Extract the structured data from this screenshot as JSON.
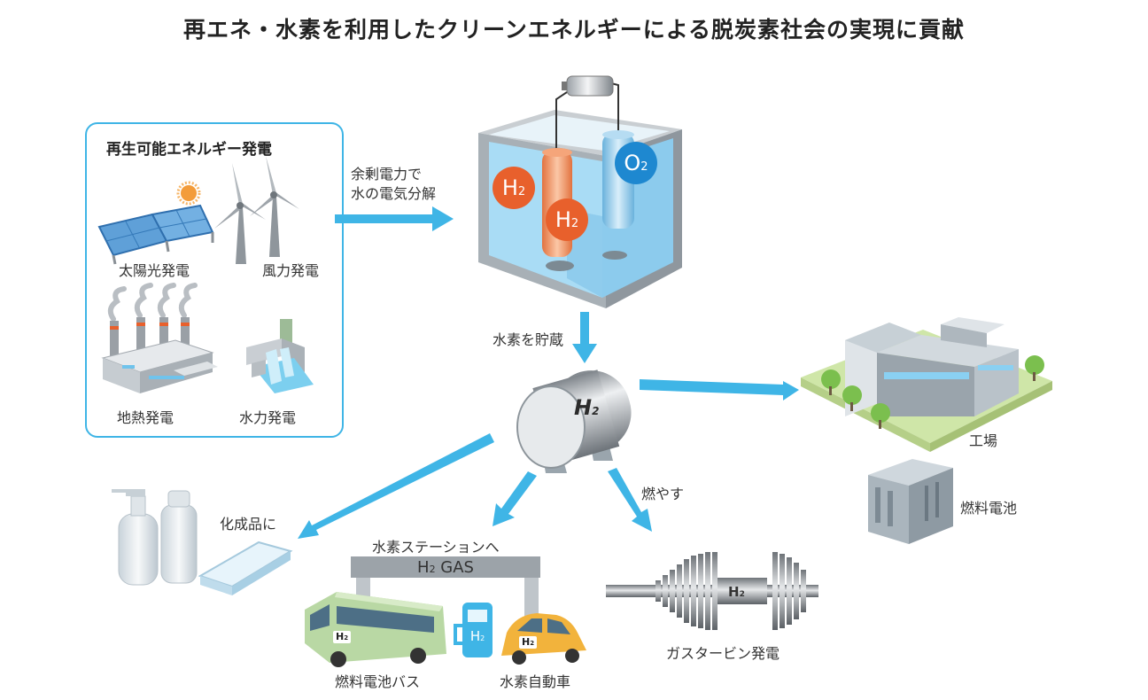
{
  "title": "再エネ・水素を利用したクリーンエネルギーによる脱炭素社会の実現に貢献",
  "renewable": {
    "heading": "再生可能エネルギー発電",
    "solar": "太陽光発電",
    "wind": "風力発電",
    "geothermal": "地熱発電",
    "hydro": "水力発電"
  },
  "electrolysis": {
    "caption_line1": "余剰電力で",
    "caption_line2": "水の電気分解",
    "h2_letter": "H",
    "h2_sub": "2",
    "o2_letter": "O",
    "o2_sub": "2"
  },
  "storage": {
    "caption": "水素を貯蔵",
    "tank_letter": "H",
    "tank_sub": "2"
  },
  "uses": {
    "factory": "工場",
    "fuel_cell": "燃料電池",
    "chemicals": "化成品に",
    "station": "水素ステーションへ",
    "gas_sign_letter": "H",
    "gas_sign_sub": "2",
    "gas_sign_rest": " GAS",
    "burn": "燃やす",
    "turbine": "ガスタービン発電",
    "turbine_letter": "H",
    "turbine_sub": "2",
    "bus": "燃料電池バス",
    "car": "水素自動車",
    "vehicle_tag_letter": "H",
    "vehicle_tag_sub": "2",
    "pump_letter": "H",
    "pump_sub": "2"
  },
  "colors": {
    "arrow": "#3fb5e6",
    "h2": "#e8602c",
    "o2": "#1e88d0",
    "water": "#a9dcf5",
    "box_border": "#3fb5e6"
  }
}
